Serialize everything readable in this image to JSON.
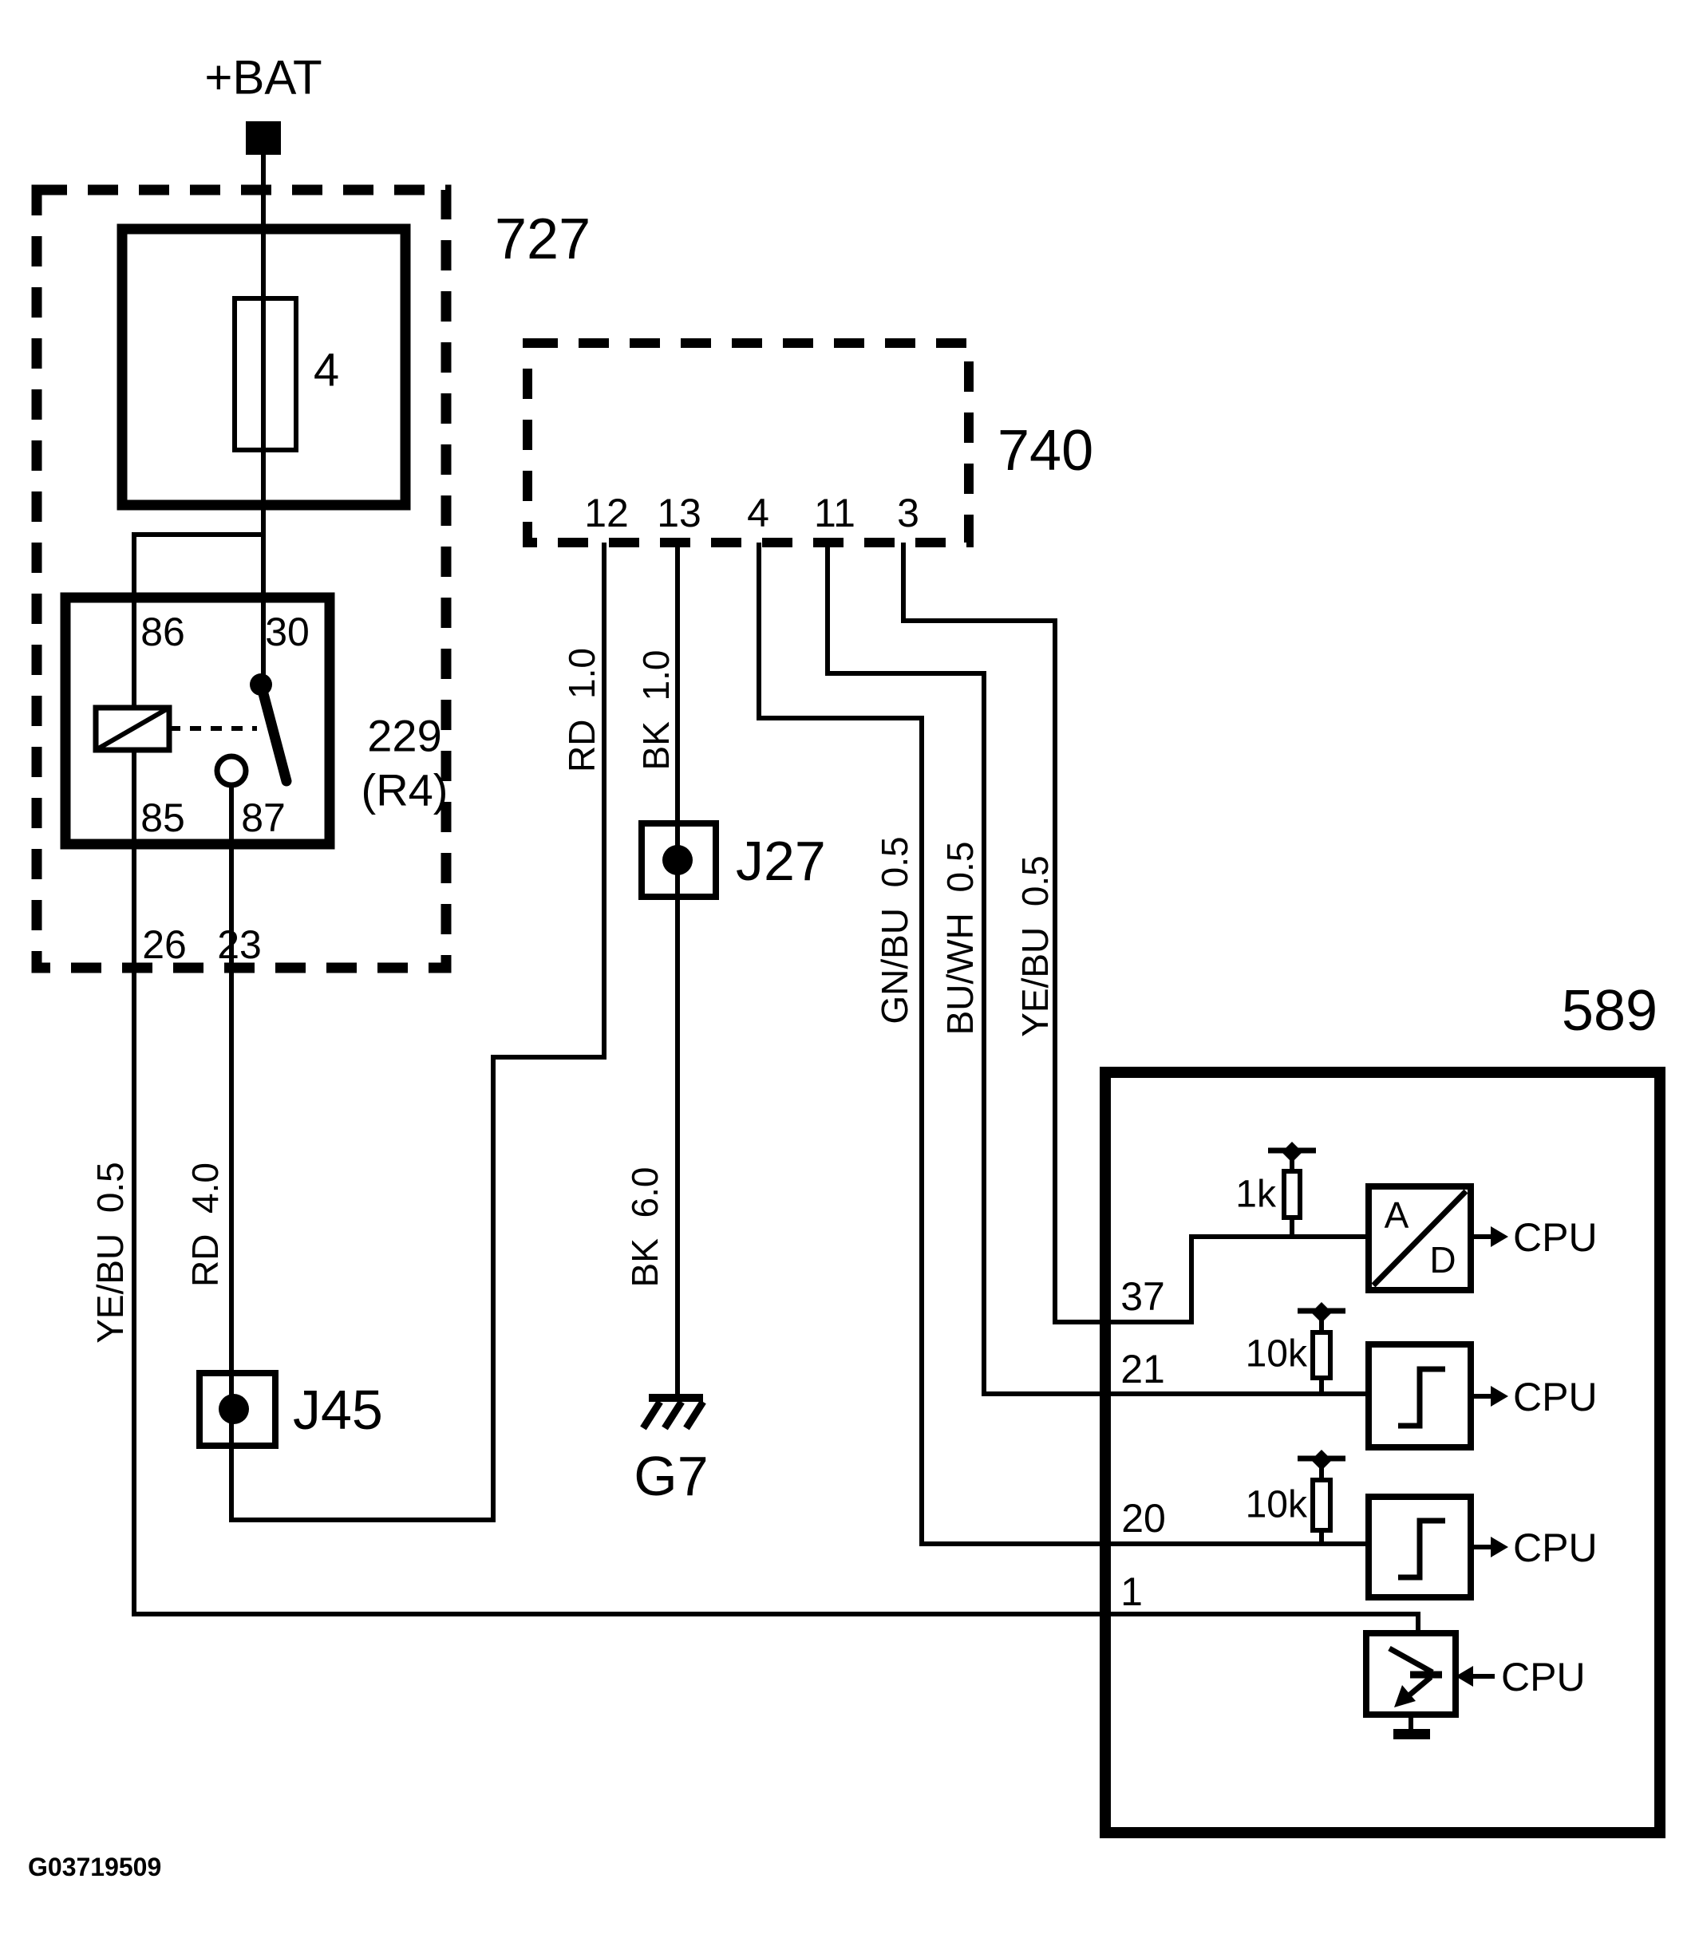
{
  "colors": {
    "ink": "#000000",
    "paper": "#ffffff"
  },
  "battery": {
    "label": "+BAT"
  },
  "box727": {
    "label": "727",
    "fuse": {
      "value": "4"
    },
    "relay": {
      "id": "229",
      "name": "(R4)",
      "pin_86": "86",
      "pin_30": "30",
      "pin_85": "85",
      "pin_87": "87"
    },
    "pin_26": "26",
    "pin_23": "23"
  },
  "box740": {
    "label": "740",
    "pin_12": "12",
    "pin_13": "13",
    "pin_4": "4",
    "pin_11": "11",
    "pin_3": "3"
  },
  "box589": {
    "label": "589",
    "pin_37": "37",
    "pin_21": "21",
    "pin_20": "20",
    "pin_1": "1",
    "resistor_1k": "1k",
    "resistor_10k_upper": "10k",
    "resistor_10k_lower": "10k",
    "ad_converter": {
      "analog": "A",
      "digital": "D"
    },
    "cpu_ad": "CPU",
    "cpu_upper": "CPU",
    "cpu_lower": "CPU",
    "cpu_output": "CPU"
  },
  "junctions": {
    "j27": "J27",
    "j45": "J45"
  },
  "ground": {
    "g7": "G7"
  },
  "wires": {
    "rd_10": "RD  1.0",
    "bk_10": "BK  1.0",
    "gn_bu_05": "GN/BU  0.5",
    "bu_wh_05": "BU/WH  0.5",
    "ye_bu_05_right": "YE/BU  0.5",
    "ye_bu_05_left": "YE/BU  0.5",
    "rd_40": "RD  4.0",
    "bk_60": "BK  6.0"
  },
  "footer": {
    "doc_id": "G03719509"
  }
}
